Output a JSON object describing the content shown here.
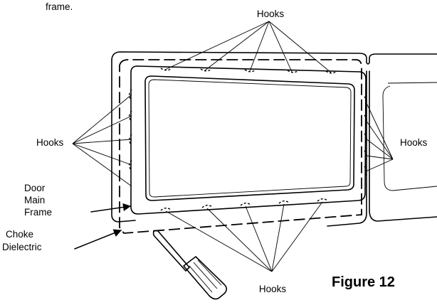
{
  "top_fragment": "frame.",
  "labels": {
    "hooks_top": "Hooks",
    "hooks_left": "Hooks",
    "hooks_right": "Hooks",
    "hooks_bottom": "Hooks",
    "door_main_frame": [
      "Door",
      "Main",
      "Frame"
    ],
    "choke_dielectric": [
      "Choke",
      "Dielectric"
    ]
  },
  "figure_caption": "Figure 12"
}
